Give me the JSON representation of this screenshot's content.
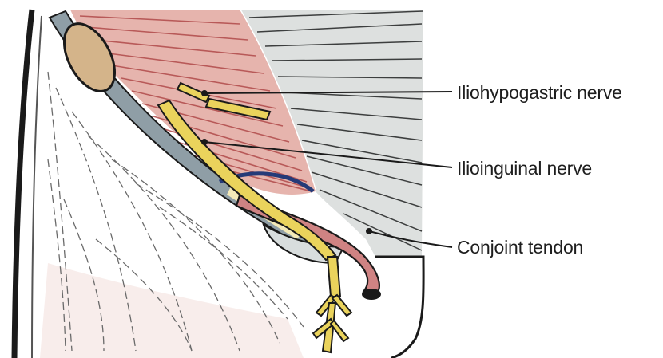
{
  "labels": {
    "iliohypogastric": "Iliohypogastric nerve",
    "ilioinguinal": "Ilioinguinal nerve",
    "conjoint": "Conjoint tendon"
  },
  "colors": {
    "muscle": "#e6b4ad",
    "muscle_line": "#b04a4a",
    "aponeurosis": "#dde0df",
    "aponeurosis_line": "#3c3e3e",
    "ligament": "#8f9ea6",
    "nerve": "#ead35c",
    "spermatic_cord": "#cf8383",
    "spine_bone": "#d4b48a",
    "outline": "#1a1a1a"
  }
}
